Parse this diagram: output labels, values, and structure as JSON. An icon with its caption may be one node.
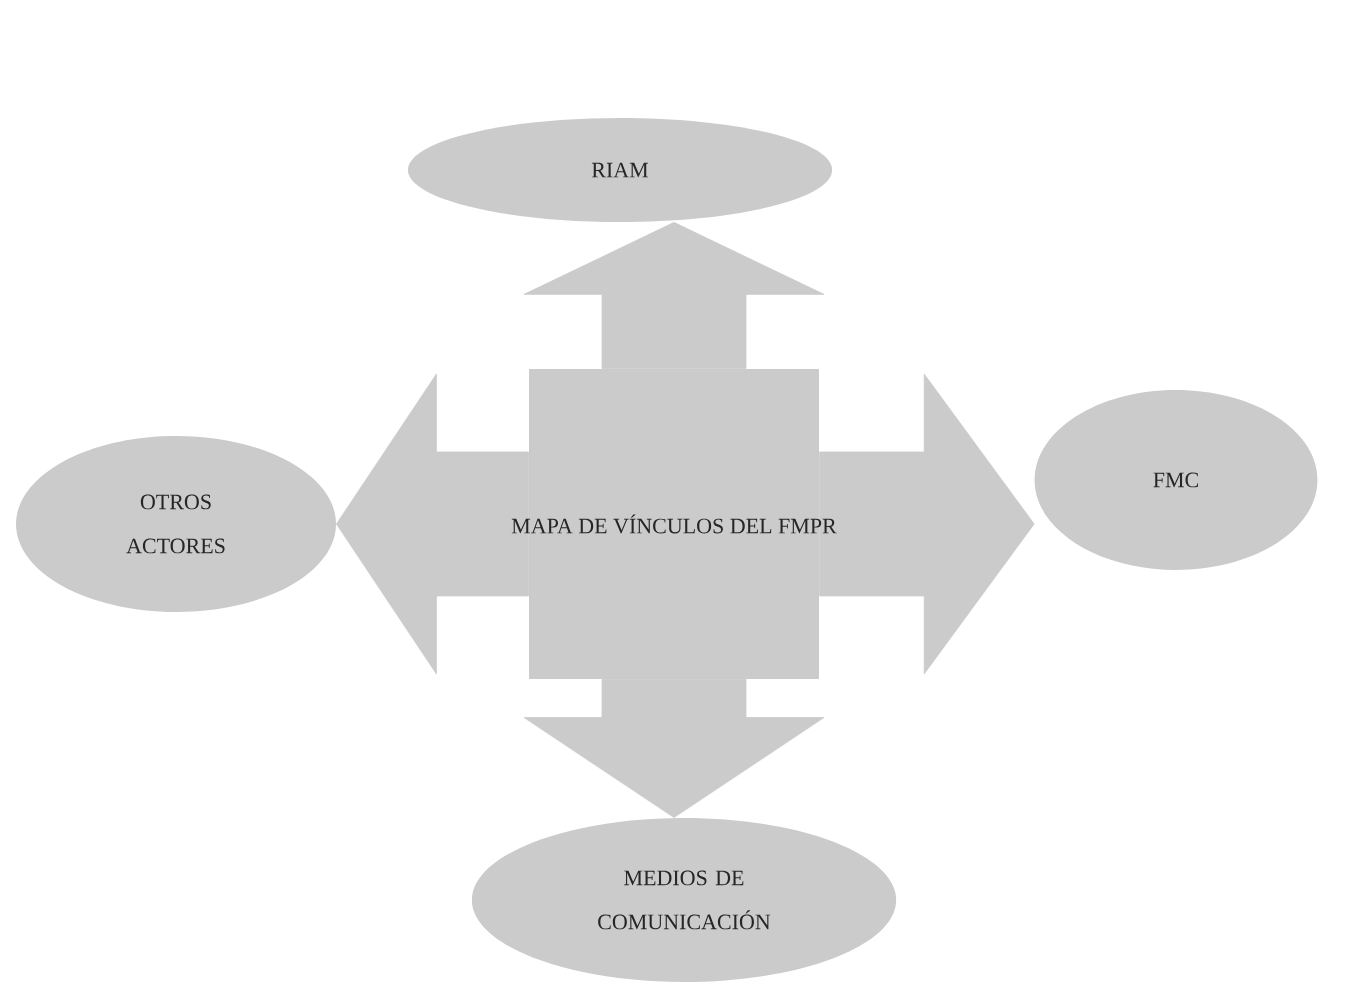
{
  "diagram": {
    "nodes": [
      {
        "text": [
          "RIAM"
        ]
      },
      {
        "text": [
          "OTROS ACTORES"
        ]
      },
      {
        "text": [
          "MAPA DE VÍNCULOS DEL FMPR"
        ]
      },
      {
        "text": [
          "FMC"
        ]
      },
      {
        "text": [
          "MEDIOS DE COMUNICACIÓN"
        ]
      }
    ],
    "edges": [
      {
        "from": 2,
        "to": 0,
        "arrow": "to"
      },
      {
        "from": 2,
        "to": 1,
        "arrow": "to"
      },
      {
        "from": 2,
        "to": 3,
        "arrow": "to"
      },
      {
        "from": 2,
        "to": 4,
        "arrow": "to"
      }
    ]
  }
}
